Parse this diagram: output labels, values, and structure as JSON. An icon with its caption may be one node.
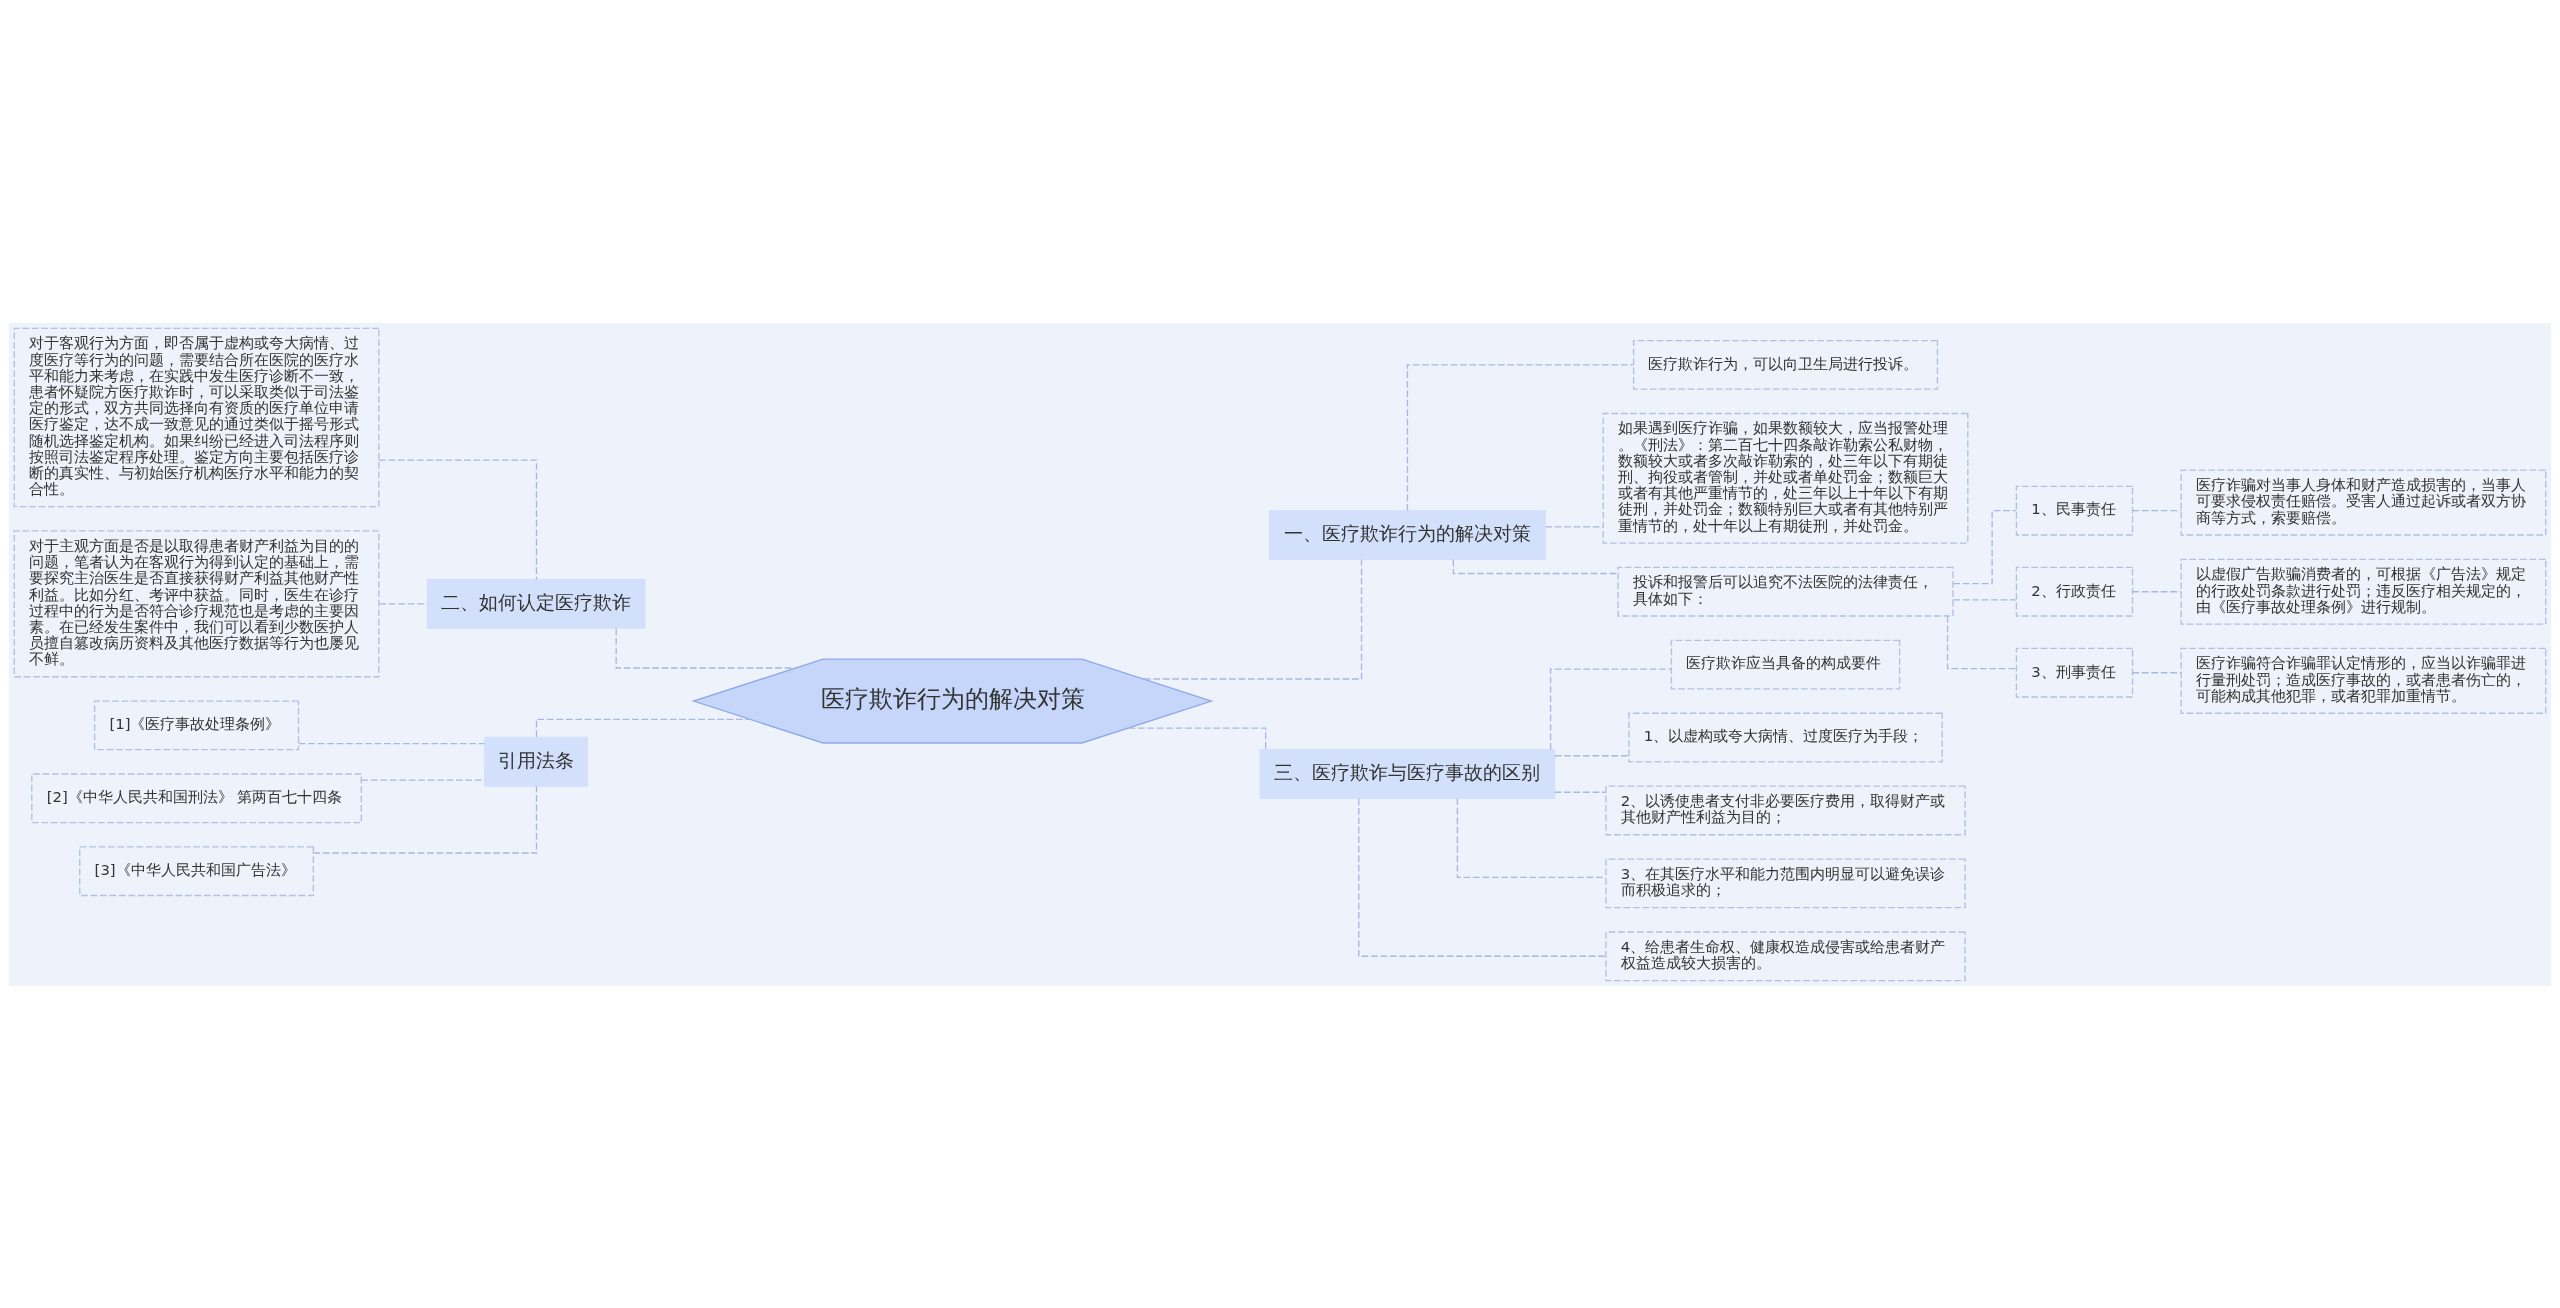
{
  "diagram": {
    "nodes": [
      {
        "text": [
          "医疗欺诈行为的解决对策"
        ]
      },
      {
        "text": [
          "一、医疗欺诈行为的解决对策"
        ]
      },
      {
        "text": [
          "医疗欺诈行为，可以向卫生局进行投诉。"
        ]
      },
      {
        "text": [
          "如果遇到医疗诈骗，如果数额较大，应当报警处理。《刑法》：第二百七十四条敲诈勒索公私财物，数额较大或者多次敲诈勒索的，处三年以下有期徒刑、拘役或者管制，并处或者单处罚金；数额巨大或者有其他严重情节的，处三年以上十年以下有期徒刑，并处罚金；数额特别巨大或者有其他特别严重情节的，处十年以上有期徒刑，并处罚金。"
        ]
      },
      {
        "text": [
          "投诉和报警后可以追究不法医院的法律责任，具体如下："
        ]
      },
      {
        "text": [
          "1、民事责任"
        ]
      },
      {
        "text": [
          "医疗诈骗对当事人身体和财产造成损害的，当事人可要求侵权责任赔偿。受害人通过起诉或者双方协商等方式，索要赔偿。"
        ]
      },
      {
        "text": [
          "2、行政责任"
        ]
      },
      {
        "text": [
          "以虚假广告欺骗消费者的，可根据《广告法》规定的行政处罚条款进行处罚；违反医疗相关规定的，由《医疗事故处理条例》进行规制。"
        ]
      },
      {
        "text": [
          "3、刑事责任"
        ]
      },
      {
        "text": [
          "医疗诈骗符合诈骗罪认定情形的，应当以诈骗罪进行量刑处罚；造成医疗事故的，或者患者伤亡的，可能构成其他犯罪，或者犯罪加重情节。"
        ]
      },
      {
        "text": [
          "三、医疗欺诈与医疗事故的区别"
        ]
      },
      {
        "text": [
          "医疗欺诈应当具备的构成要件"
        ]
      },
      {
        "text": [
          "1、以虚构或夸大病情、过度医疗为手段；"
        ]
      },
      {
        "text": [
          "2、以诱使患者支付非必要医疗费用，取得财产或其他财产性利益为目的；"
        ]
      },
      {
        "text": [
          "3、在其医疗水平和能力范围内明显可以避免误诊而积极追求的；"
        ]
      },
      {
        "text": [
          "4、给患者生命权、健康权造成侵害或给患者财产权益造成较大损害的。"
        ]
      },
      {
        "text": [
          "二、如何认定医疗欺诈"
        ]
      },
      {
        "text": [
          "对于客观行为方面，即否属于虚构或夸大病情、过度医疗等行为的问题，需要结合所在医院的医疗水平和能力来考虑，在实践中发生医疗诊断不一致，患者怀疑院方医疗欺诈时，可以采取类似于司法鉴定的形式，双方共同选择向有资质的医疗单位申请医疗鉴定，达不成一致意见的通过类似于摇号形式随机选择鉴定机构。如果纠纷已经进入司法程序则按照司法鉴定程序处理。鉴定方向主要包括医疗诊断的真实性、与初始医疗机构医疗水平和能力的契合性。"
        ]
      },
      {
        "text": [
          "对于主观方面是否是以取得患者财产利益为目的的问题，笔者认为在客观行为得到认定的基础上，需要探究主治医生是否直接获得财产利益其他财产性利益。比如分红、考评中获益。同时，医生在诊疗过程中的行为是否符合诊疗规范也是考虑的主要因素。在已经发生案件中，我们可以看到少数医护人员擅自篡改病历资料及其他医疗数据等行为也屡见不鲜。"
        ]
      },
      {
        "text": [
          "引用法条"
        ]
      },
      {
        "text": [
          "[1]《医疗事故处理条例》"
        ]
      },
      {
        "text": [
          "[2]《中华人民共和国刑法》 第两百七十四条"
        ]
      },
      {
        "text": [
          "[3]《中华人民共和国广告法》"
        ]
      }
    ],
    "edges": [
      {
        "from": 0,
        "to": 1,
        "arrow": "none",
        "style": "dashed"
      },
      {
        "from": 1,
        "to": 2,
        "arrow": "none",
        "style": "dashed"
      },
      {
        "from": 1,
        "to": 3,
        "arrow": "none",
        "style": "dashed"
      },
      {
        "from": 1,
        "to": 4,
        "arrow": "none",
        "style": "dashed"
      },
      {
        "from": 4,
        "to": 5,
        "arrow": "none",
        "style": "dashed"
      },
      {
        "from": 5,
        "to": 6,
        "arrow": "none",
        "style": "dashed"
      },
      {
        "from": 4,
        "to": 7,
        "arrow": "none",
        "style": "dashed"
      },
      {
        "from": 7,
        "to": 8,
        "arrow": "none",
        "style": "dashed"
      },
      {
        "from": 4,
        "to": 9,
        "arrow": "none",
        "style": "dashed"
      },
      {
        "from": 9,
        "to": 10,
        "arrow": "none",
        "style": "dashed"
      },
      {
        "from": 0,
        "to": 11,
        "arrow": "none",
        "style": "dashed"
      },
      {
        "from": 11,
        "to": 12,
        "arrow": "none",
        "style": "dashed"
      },
      {
        "from": 11,
        "to": 13,
        "arrow": "none",
        "style": "dashed"
      },
      {
        "from": 11,
        "to": 14,
        "arrow": "none",
        "style": "dashed"
      },
      {
        "from": 11,
        "to": 15,
        "arrow": "none",
        "style": "dashed"
      },
      {
        "from": 11,
        "to": 16,
        "arrow": "none",
        "style": "dashed"
      },
      {
        "from": 17,
        "to": 0,
        "arrow": "none",
        "style": "dashed"
      },
      {
        "from": 18,
        "to": 17,
        "arrow": "none",
        "style": "dashed"
      },
      {
        "from": 19,
        "to": 17,
        "arrow": "none",
        "style": "dashed"
      },
      {
        "from": 20,
        "to": 0,
        "arrow": "none",
        "style": "dashed"
      },
      {
        "from": 21,
        "to": 20,
        "arrow": "none",
        "style": "dashed"
      },
      {
        "from": 22,
        "to": 20,
        "arrow": "none",
        "style": "dashed"
      },
      {
        "from": 23,
        "to": 20,
        "arrow": "none",
        "style": "dashed"
      }
    ]
  }
}
